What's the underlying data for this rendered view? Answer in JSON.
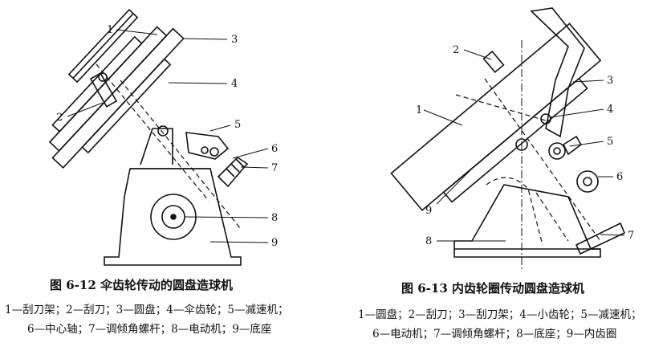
{
  "figures": [
    {
      "caption": "图 6-12   伞齿轮传动的圆盘造球机",
      "legend_line1": "1—刮刀架；2—刮刀；3—圆盘；4—伞齿轮；5—减速机；",
      "legend_line2": "6—中心轴；7—调倾角螺杆；8—电动机；9—底座",
      "part_numbers": [
        "1",
        "2",
        "3",
        "4",
        "5",
        "6",
        "7",
        "8",
        "9"
      ]
    },
    {
      "caption": "图 6-13   内齿轮圈传动圆盘造球机",
      "legend_line1": "1—圆盘；2—刮刀；3—刮刀架；4—小齿轮；5—减速机；",
      "legend_line2": "6—电动机；7—调倾角螺杆；8—底座；9—内齿圈",
      "part_numbers": [
        "1",
        "2",
        "3",
        "4",
        "5",
        "6",
        "7",
        "8",
        "9"
      ]
    }
  ]
}
